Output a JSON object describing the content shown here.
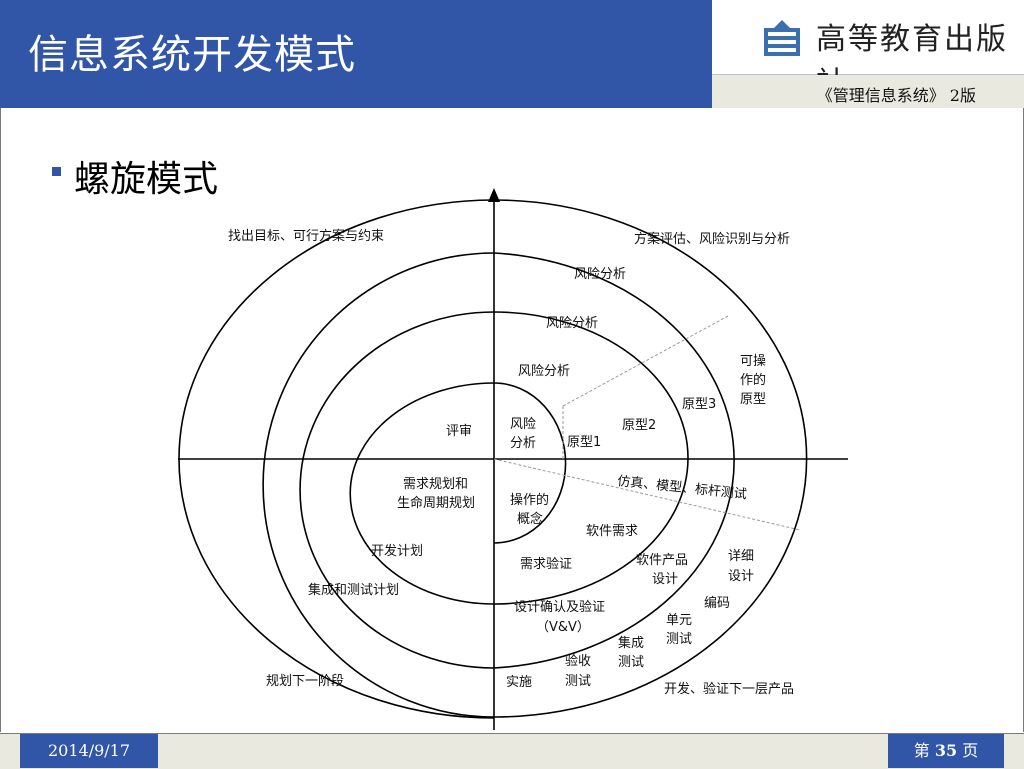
{
  "header": {
    "title": "信息系统开发模式",
    "publisher": "高等教育出版社",
    "subtitle": "《管理信息系统》 2版"
  },
  "content": {
    "heading": "螺旋模式"
  },
  "diagram": {
    "labels": {
      "q2_header": "找出目标、可行方案与约束",
      "q1_header": "方案评估、风险识别与分析",
      "risk_outer": "风险分析",
      "risk_mid": "风险分析",
      "risk_inner": "风险分析",
      "review": "评审",
      "risk_center_1": "风险",
      "risk_center_2": "分析",
      "proto1": "原型1",
      "proto2": "原型2",
      "proto3": "原型3",
      "operable_1": "可操",
      "operable_2": "作的",
      "operable_3": "原型",
      "req_plan_1": "需求规划和",
      "req_plan_2": "生命周期规划",
      "concept_1": "操作的",
      "concept_2": "概念",
      "simulation": "仿真、模型、标杆测试",
      "soft_req": "软件需求",
      "dev_plan": "开发计划",
      "req_verify": "需求验证",
      "product_design_1": "软件产品",
      "product_design_2": "设计",
      "detail_design_1": "详细",
      "detail_design_2": "设计",
      "integration_plan": "集成和测试计划",
      "coding": "编码",
      "vv_1": "设计确认及验证",
      "vv_2": "（V&V）",
      "unit_test_1": "单元",
      "unit_test_2": "测试",
      "integration_test_1": "集成",
      "integration_test_2": "测试",
      "acceptance_1": "验收",
      "acceptance_2": "测试",
      "next_phase": "规划下一阶段",
      "implement": "实施",
      "develop_next": "开发、验证下一层产品"
    }
  },
  "footer": {
    "date": "2014/9/17",
    "page_prefix": "第 ",
    "page_number": "35",
    "page_suffix": " 页"
  }
}
